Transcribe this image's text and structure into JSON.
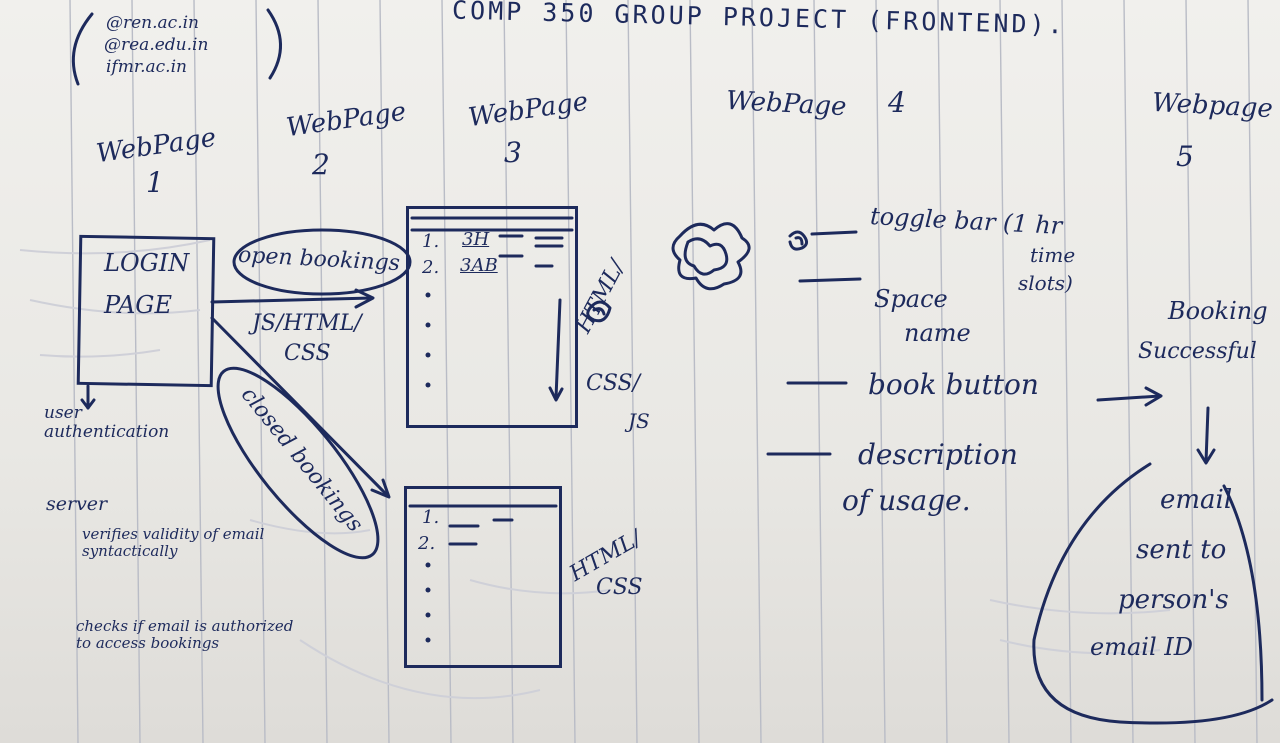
{
  "title": "COMP 350 GROUP PROJECT (FRONTEND).",
  "domains": [
    "@ren.ac.in",
    "@rea.edu.in",
    "ifmr.ac.in"
  ],
  "pages": [
    {
      "heading": "WebPage",
      "number": "1"
    },
    {
      "heading": "WebPage",
      "number": "2"
    },
    {
      "heading": "WebPage",
      "number": "3"
    },
    {
      "heading": "WebPage",
      "number": "4"
    },
    {
      "heading": "Webpage",
      "number": "5"
    }
  ],
  "login": {
    "line1": "LOGIN",
    "line2": "PAGE"
  },
  "open_bookings": "open bookings",
  "closed_bookings": "closed bookings",
  "tech": {
    "js_html_css_line1": "JS/HTML/",
    "js_html_css_line2": "CSS",
    "html_css_line1": "HTML/",
    "html_css_line2": "CSS/",
    "html_css_line3": "JS",
    "html_css_bottom_line1": "HTML/",
    "html_css_bottom_line2": "CSS"
  },
  "page3_list": [
    {
      "num": "1.",
      "room": "3H"
    },
    {
      "num": "2.",
      "room": "3AB"
    }
  ],
  "page3_bottom_list": [
    "1.",
    "2."
  ],
  "auth": {
    "user_auth": "user authentication",
    "server": "server",
    "bullet1": "verifies validity of email syntactically",
    "bullet2": "checks if email is authorized to access bookings"
  },
  "page4_labels": {
    "toggle_line1": "toggle bar (1 hr",
    "toggle_line2": "time",
    "toggle_line3": "slots)",
    "space_line1": "Space",
    "space_line2": "name",
    "book_button": "book button",
    "description_line1": "description",
    "description_line2": "of usage."
  },
  "page5": {
    "booking_line1": "Booking",
    "booking_line2": "Successful",
    "email_line1": "email",
    "email_line2": "sent to",
    "email_line3": "person's",
    "email_line4": "email ID"
  },
  "ink_color": "#1d2a5c"
}
